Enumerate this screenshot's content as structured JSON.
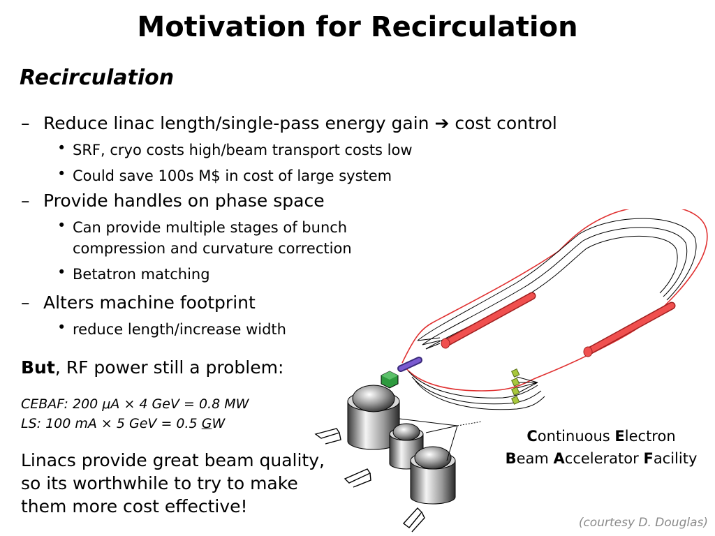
{
  "title": "Motivation for Recirculation",
  "subtitle": "Recirculation",
  "bullets": [
    {
      "marker": "–",
      "text": "Reduce linac length/single-pass energy gain ➔ cost control",
      "sub": [
        {
          "marker": "•",
          "text": "SRF, cryo costs high/beam transport costs low"
        },
        {
          "marker": "•",
          "text": "Could save 100s M$ in cost of large system"
        }
      ]
    },
    {
      "marker": "–",
      "text": "Provide handles on phase space",
      "sub": [
        {
          "marker": "•",
          "line1": "Can provide multiple stages of bunch",
          "line2": "compression and curvature correction"
        },
        {
          "marker": "•",
          "text": "Betatron matching"
        }
      ]
    },
    {
      "marker": "–",
      "text": "Alters machine footprint",
      "sub": [
        {
          "marker": "•",
          "text": " reduce length/increase width"
        }
      ]
    }
  ],
  "rf_note": {
    "bold": "But",
    "rest": ", RF power still a problem:"
  },
  "equations": {
    "cebaf_pre": "CEBAF: 200 ",
    "cebaf_mu": "μ",
    "cebaf_post": "A × 4 GeV = 0.8 MW",
    "ls_pre": "LS: 100 mA × 5 GeV = 0.5 ",
    "ls_g": "G",
    "ls_post": "W"
  },
  "closing": {
    "line1": "Linacs provide great beam quality,",
    "line2": "so its worthwhile to try to make",
    "line3": "them more cost effective!"
  },
  "caption": {
    "w1_initial": "C",
    "w1_rest": "ontinuous ",
    "w2_initial": "E",
    "w2_rest": "lectron",
    "w3_initial": "B",
    "w3_rest": "eam ",
    "w4_initial": "A",
    "w4_rest": "ccelerator ",
    "w5_initial": "F",
    "w5_rest": "acility"
  },
  "credit": "(courtesy D. Douglas)",
  "colors": {
    "linac": "#f0504f",
    "beamline_outer": "#e03030",
    "magnet": "#a8c83c",
    "injector": "#7a5ad0",
    "box": "#2e9a3e",
    "credit": "#8a8a8a"
  }
}
